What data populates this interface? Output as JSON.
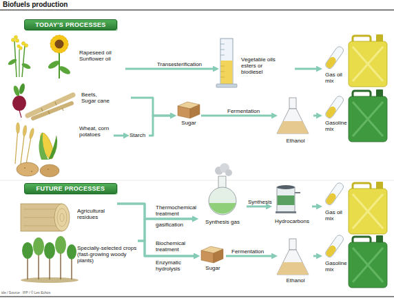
{
  "diagram": {
    "title": "Biofuels production",
    "nodes": [
      {
        "text": [
          "TODAY'S PROCESSES"
        ]
      },
      {
        "text": [
          "Rapeseed oil Sunflower oil"
        ]
      },
      {
        "text": [
          "Beets, Sugar cane"
        ]
      },
      {
        "text": [
          "Wheat, corn potatoes"
        ]
      },
      {
        "text": [
          "Starch"
        ]
      },
      {
        "text": [
          "Vegetable oils esters or biodiesel"
        ]
      },
      {
        "text": [
          "Sugar"
        ]
      },
      {
        "text": [
          "Ethanol"
        ]
      },
      {
        "text": [
          "Gas oil mix"
        ]
      },
      {
        "text": [
          "Gasoline mix"
        ]
      },
      {
        "text": [
          "FUTURE PROCESSES"
        ]
      },
      {
        "text": [
          "Agricultural residues"
        ]
      },
      {
        "text": [
          "Specially-selected crops (fast-growing woody plants)"
        ]
      },
      {
        "text": [
          "Synthesis gas"
        ]
      },
      {
        "text": [
          "Hydrocarbons"
        ]
      },
      {
        "text": [
          "Gas oil mix"
        ]
      },
      {
        "text": [
          "Sugar"
        ]
      },
      {
        "text": [
          "Ethanol"
        ]
      },
      {
        "text": [
          "Gasoline mix"
        ]
      }
    ],
    "edges": [
      {
        "from": 1,
        "to": 5,
        "arrow": "to",
        "label": "Transesterification"
      },
      {
        "from": 5,
        "to": 8,
        "arrow": "to"
      },
      {
        "from": 2,
        "to": 6,
        "arrow": "to"
      },
      {
        "from": 3,
        "to": 4,
        "arrow": "to"
      },
      {
        "from": 4,
        "to": 6,
        "arrow": "to"
      },
      {
        "from": 6,
        "to": 7,
        "arrow": "to",
        "label": "Fermentation"
      },
      {
        "from": 7,
        "to": 9,
        "arrow": "to"
      },
      {
        "from": 11,
        "to": 13,
        "arrow": "to",
        "label": "Thermochemical treatment"
      },
      {
        "from": 12,
        "to": 13,
        "arrow": "to"
      },
      {
        "from": 11,
        "to": 16,
        "arrow": "to",
        "label": "Biochemical treatment"
      },
      {
        "from": 12,
        "to": 16,
        "arrow": "to"
      },
      {
        "from": 13,
        "to": 14,
        "arrow": "to",
        "label": "Synthesis"
      },
      {
        "from": 14,
        "to": 15,
        "arrow": "to"
      },
      {
        "from": 16,
        "to": 17,
        "arrow": "to",
        "label": "Fermentation"
      },
      {
        "from": 17,
        "to": 18,
        "arrow": "to"
      }
    ],
    "labels": [
      "gasification",
      "Enzymatic hydrolysis",
      "ide / Source : IFP / © Les Echos"
    ]
  }
}
